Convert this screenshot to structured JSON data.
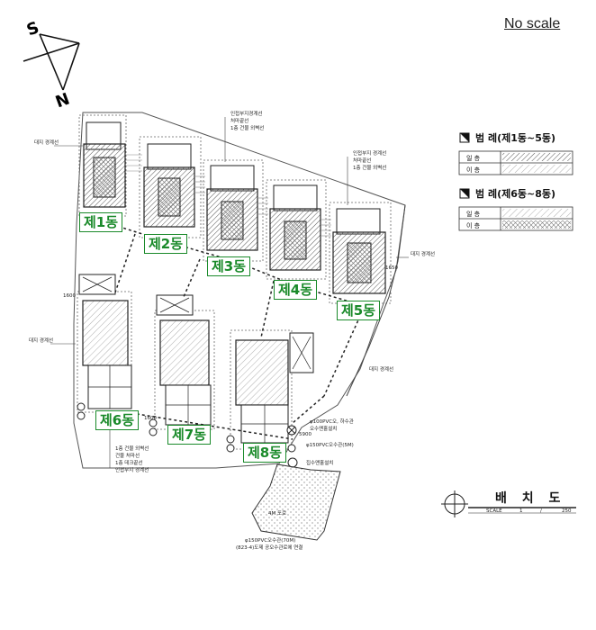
{
  "header": {
    "no_scale": "No scale"
  },
  "compass": {
    "s": "S",
    "n": "N"
  },
  "buildings": [
    {
      "label": "제1동"
    },
    {
      "label": "제2동"
    },
    {
      "label": "제3동"
    },
    {
      "label": "제4동"
    },
    {
      "label": "제5동"
    },
    {
      "label": "제6동"
    },
    {
      "label": "제7동"
    },
    {
      "label": "제8동"
    }
  ],
  "legend": {
    "group1_title": "범   례(제1동~5동)",
    "group2_title": "범   례(제6동~8동)",
    "rows": [
      "일  층",
      "이  층"
    ]
  },
  "title_block": {
    "title": "배 치 도",
    "scale_label": "SCALE",
    "scale_num": "1",
    "scale_sep": "/",
    "scale_den": "250"
  },
  "annotations": {
    "boundary_left_top": "대지 경계선",
    "boundary_left_mid": "대지 경계선",
    "boundary_right": "대지 경계선",
    "boundary_right_low": "대지 경계선",
    "top_note1": "인접부지경계선",
    "top_note2": "처마끝선",
    "top_note3": "1층 건물 외벽선",
    "right_note1": "인접부지 경계선",
    "right_note2": "처마끝선",
    "right_note3": "1층 건물 외벽선",
    "bottom_note1": "1층 건물 외벽선",
    "bottom_note2": "건물 처마선",
    "bottom_note3": "1층 데크끝선",
    "bottom_note4": "인접부지 경계선",
    "dim_1600_a": "1600",
    "dim_1600_b": "1600",
    "dim_1650": "1650",
    "dim_5900": "5900",
    "pipe1": "φ100PVC오, 하수관",
    "pipe1b": "오수맨홀설치",
    "pipe2": "φ150PVC오수관(5M)",
    "pipe3": "집수맨홀설치",
    "road": "4M 도로",
    "pipe4": "φ150PVC오수관(70M)",
    "pipe5": "(823-4)도제 공오수관로에 연결"
  }
}
